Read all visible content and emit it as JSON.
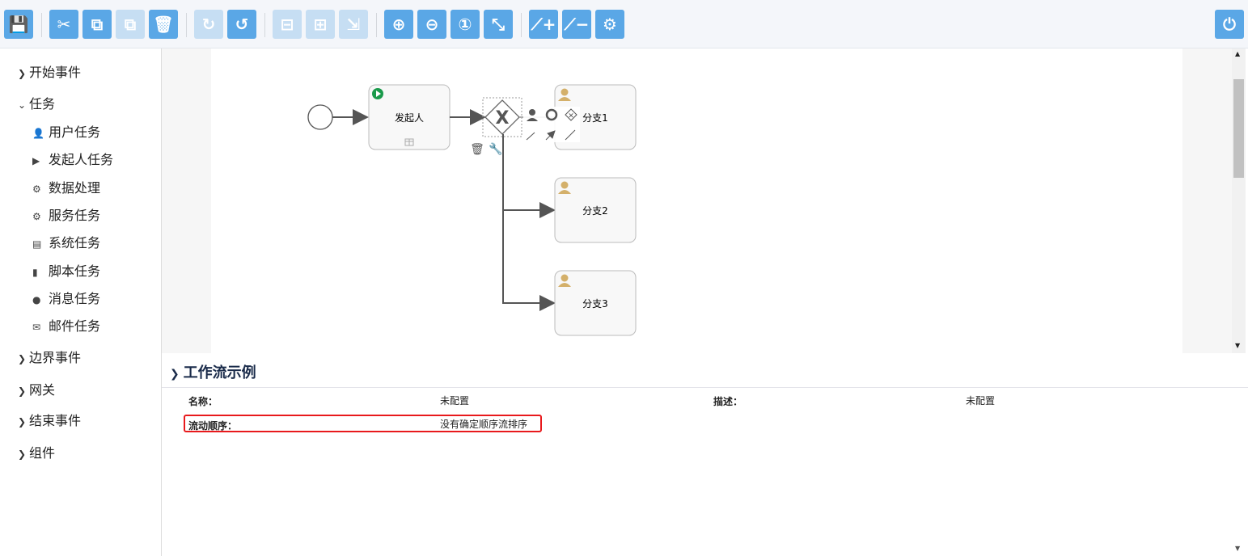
{
  "toolbar": {
    "buttons": [
      {
        "name": "save",
        "icon": "save-icon",
        "glyph": "💾",
        "enabled": true
      },
      {
        "name": "cut",
        "icon": "scissors-icon",
        "glyph": "✂",
        "enabled": true
      },
      {
        "name": "copy",
        "icon": "copy-icon",
        "glyph": "⧉",
        "enabled": true
      },
      {
        "name": "paste",
        "icon": "paste-icon",
        "glyph": "⧉",
        "enabled": false
      },
      {
        "name": "delete",
        "icon": "trash-icon",
        "glyph": "🗑",
        "enabled": true
      },
      {
        "name": "redo",
        "icon": "redo-icon",
        "glyph": "↻",
        "enabled": false
      },
      {
        "name": "undo",
        "icon": "undo-icon",
        "glyph": "↺",
        "enabled": true
      },
      {
        "name": "align-horizontal",
        "icon": "align-horizontal-icon",
        "glyph": "⊟",
        "enabled": false
      },
      {
        "name": "align-vertical",
        "icon": "align-vertical-icon",
        "glyph": "⊞",
        "enabled": false
      },
      {
        "name": "same-size",
        "icon": "resize-icon",
        "glyph": "⇲",
        "enabled": false
      },
      {
        "name": "zoom-in",
        "icon": "zoom-in-icon",
        "glyph": "⊕",
        "enabled": true
      },
      {
        "name": "zoom-out",
        "icon": "zoom-out-icon",
        "glyph": "⊖",
        "enabled": true
      },
      {
        "name": "zoom-actual",
        "icon": "zoom-actual-icon",
        "glyph": "①",
        "enabled": true
      },
      {
        "name": "zoom-fit",
        "icon": "zoom-fit-icon",
        "glyph": "⤡",
        "enabled": true
      },
      {
        "name": "add-bendpoint",
        "icon": "add-bendpoint-icon",
        "glyph": "⟋+",
        "enabled": true
      },
      {
        "name": "remove-bendpoint",
        "icon": "remove-bendpoint-icon",
        "glyph": "⟋−",
        "enabled": true
      },
      {
        "name": "settings",
        "icon": "gear-icon",
        "glyph": "⚙",
        "enabled": true
      }
    ],
    "power": {
      "icon": "power-icon",
      "glyph": "⏻"
    }
  },
  "sidebar": {
    "groups": [
      {
        "label": "开始事件",
        "expanded": false
      },
      {
        "label": "任务",
        "expanded": true,
        "items": [
          {
            "label": "用户任务",
            "icon": "user-icon",
            "glyph": "👤"
          },
          {
            "label": "发起人任务",
            "icon": "play-circle-icon",
            "glyph": "▶"
          },
          {
            "label": "数据处理",
            "icon": "gear-icon",
            "glyph": "⚙"
          },
          {
            "label": "服务任务",
            "icon": "gear-icon",
            "glyph": "⚙"
          },
          {
            "label": "系统任务",
            "icon": "table-icon",
            "glyph": "▤"
          },
          {
            "label": "脚本任务",
            "icon": "script-icon",
            "glyph": "▮"
          },
          {
            "label": "消息任务",
            "icon": "message-icon",
            "glyph": "●"
          },
          {
            "label": "邮件任务",
            "icon": "mail-icon",
            "glyph": "✉"
          }
        ]
      },
      {
        "label": "边界事件",
        "expanded": false
      },
      {
        "label": "网关",
        "expanded": false
      },
      {
        "label": "结束事件",
        "expanded": false
      },
      {
        "label": "组件",
        "expanded": false
      }
    ]
  },
  "diagram": {
    "initiator": "发起人",
    "branches": [
      "分支1",
      "分支2",
      "分支3"
    ],
    "gateway": "X"
  },
  "properties": {
    "title": "工作流示例",
    "name_label": "名称：",
    "name_value": "未配置",
    "desc_label": "描述：",
    "desc_value": "未配置",
    "flow_label": "流动顺序：",
    "flow_value": "没有确定顺序流排序"
  },
  "colors": {
    "accent": "#5aa7e6",
    "disabled": "#c6def3",
    "highlight": "#e8191c",
    "user": "#d4b06a",
    "start": "#1a9a4b"
  }
}
